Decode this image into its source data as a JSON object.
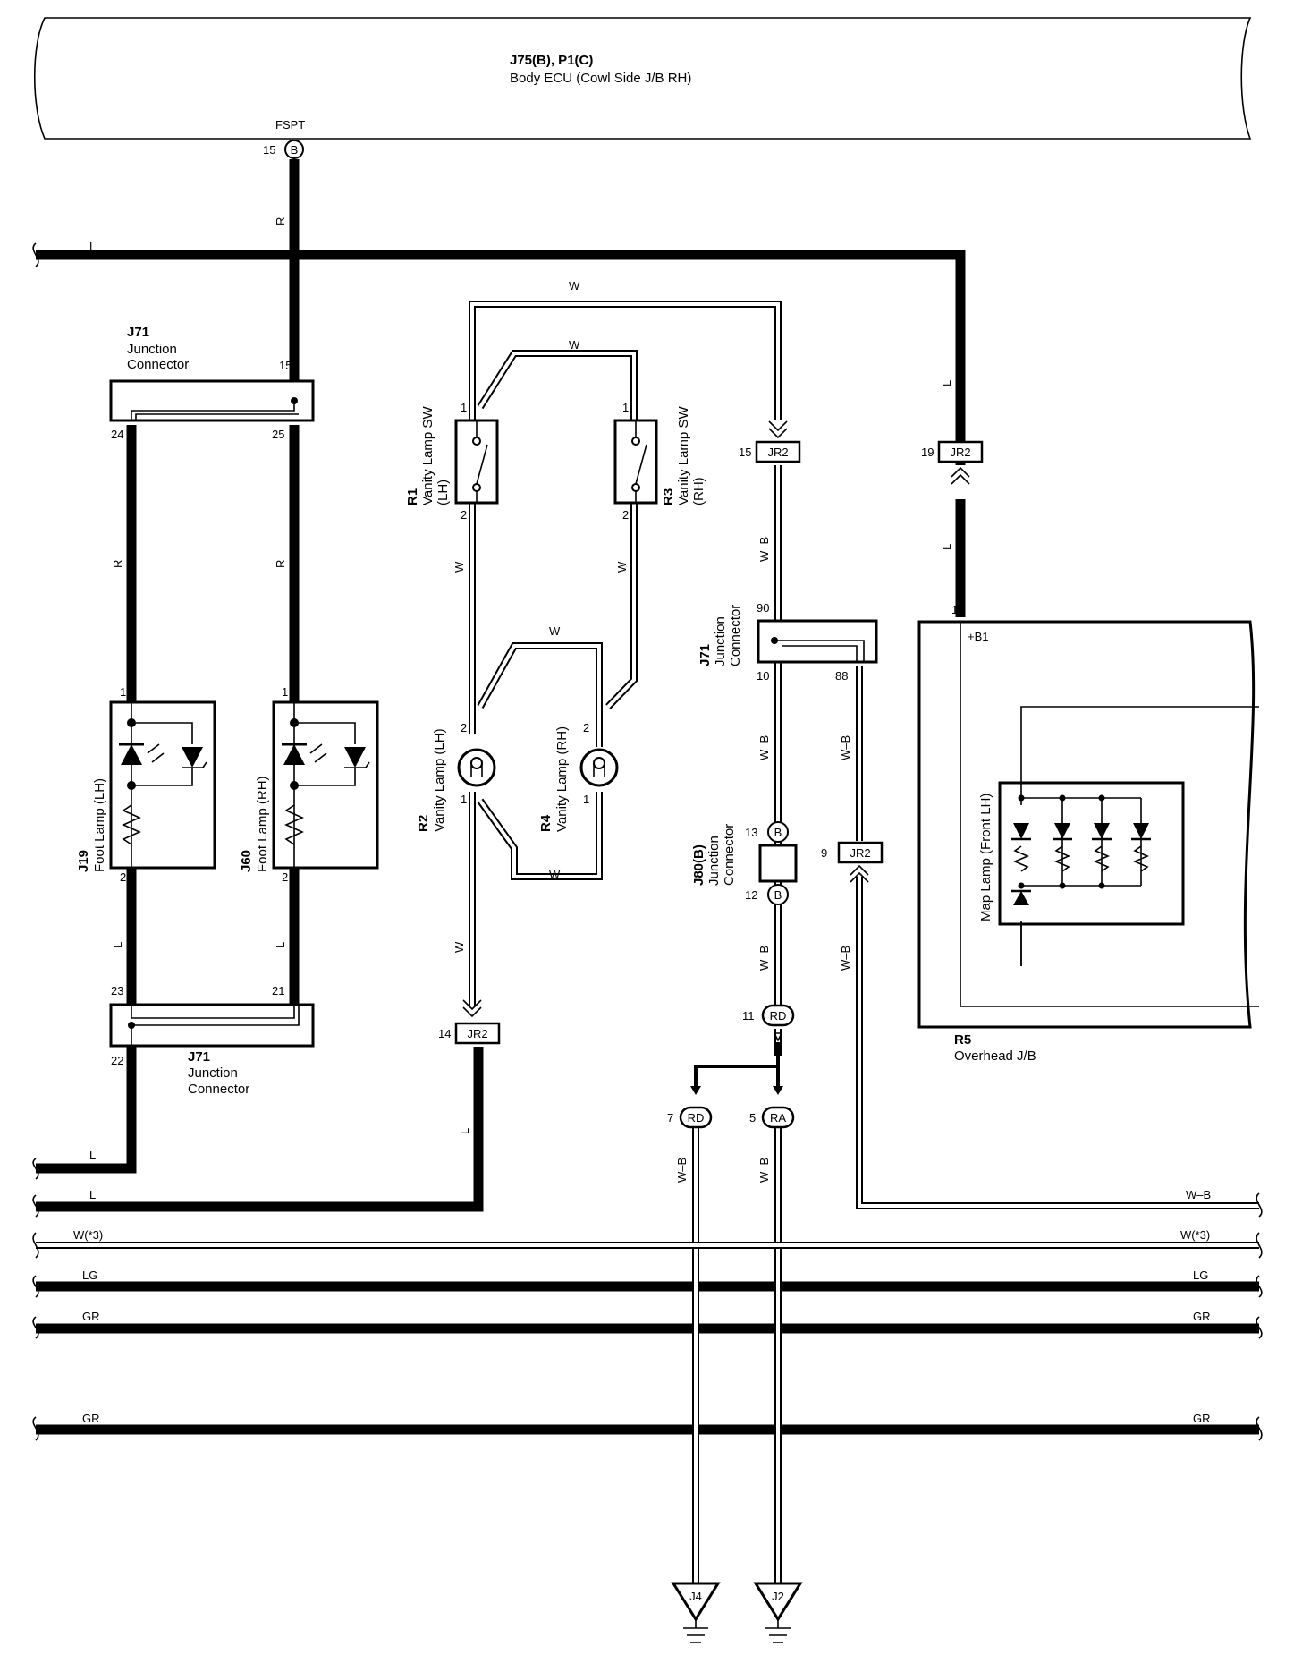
{
  "ecu": {
    "name": "J75(B), P1(C)",
    "desc": "Body ECU (Cowl Side J/B RH)",
    "terminal": "FSPT",
    "pin": "15",
    "conn": "B"
  },
  "components": {
    "j71_top": {
      "name": "J71",
      "desc1": "Junction",
      "desc2": "Connector",
      "pins": [
        "15",
        "24",
        "25"
      ]
    },
    "j71_bottom": {
      "name": "J71",
      "desc1": "Junction",
      "desc2": "Connector",
      "pins": [
        "23",
        "21",
        "22"
      ]
    },
    "j71_mid": {
      "name": "J71",
      "desc1": "Junction",
      "desc2": "Connector",
      "pins": [
        "90",
        "10",
        "88"
      ]
    },
    "j19": {
      "name": "J19",
      "desc": "Foot Lamp (LH)",
      "pins": [
        "1",
        "2"
      ]
    },
    "j60": {
      "name": "J60",
      "desc": "Foot Lamp (RH)",
      "pins": [
        "1",
        "2"
      ]
    },
    "r1": {
      "name": "R1",
      "desc1": "Vanity Lamp SW",
      "desc2": "(LH)",
      "pins": [
        "1",
        "2"
      ]
    },
    "r3": {
      "name": "R3",
      "desc1": "Vanity Lamp SW",
      "desc2": "(RH)",
      "pins": [
        "1",
        "2"
      ]
    },
    "r2": {
      "name": "R2",
      "desc": "Vanity Lamp (LH)",
      "pins": [
        "2",
        "1"
      ]
    },
    "r4": {
      "name": "R4",
      "desc": "Vanity Lamp (RH)",
      "pins": [
        "2",
        "1"
      ]
    },
    "j80": {
      "name": "J80(B)",
      "desc1": "Junction",
      "desc2": "Connector",
      "pins": [
        "13",
        "12"
      ],
      "conn": "B"
    },
    "r5": {
      "name": "R5",
      "desc": "Overhead J/B",
      "terminal": "+B1",
      "pin": "1"
    },
    "map_lamp": {
      "desc": "Map Lamp (Front LH)"
    }
  },
  "connectors": {
    "jr2_15": {
      "pin": "15",
      "label": "JR2"
    },
    "jr2_19": {
      "pin": "19",
      "label": "JR2"
    },
    "jr2_14": {
      "pin": "14",
      "label": "JR2"
    },
    "jr2_9": {
      "pin": "9",
      "label": "JR2"
    },
    "rd_11": {
      "pin": "11",
      "label": "RD"
    },
    "rd_7": {
      "pin": "7",
      "label": "RD"
    },
    "ra_5": {
      "pin": "5",
      "label": "RA"
    }
  },
  "grounds": {
    "j4": "J4",
    "j2": "J2"
  },
  "wire_colors": {
    "r": "R",
    "l": "L",
    "w": "W",
    "wb": "W–B",
    "w3": "W(*3)",
    "lg": "LG",
    "gr": "GR"
  }
}
